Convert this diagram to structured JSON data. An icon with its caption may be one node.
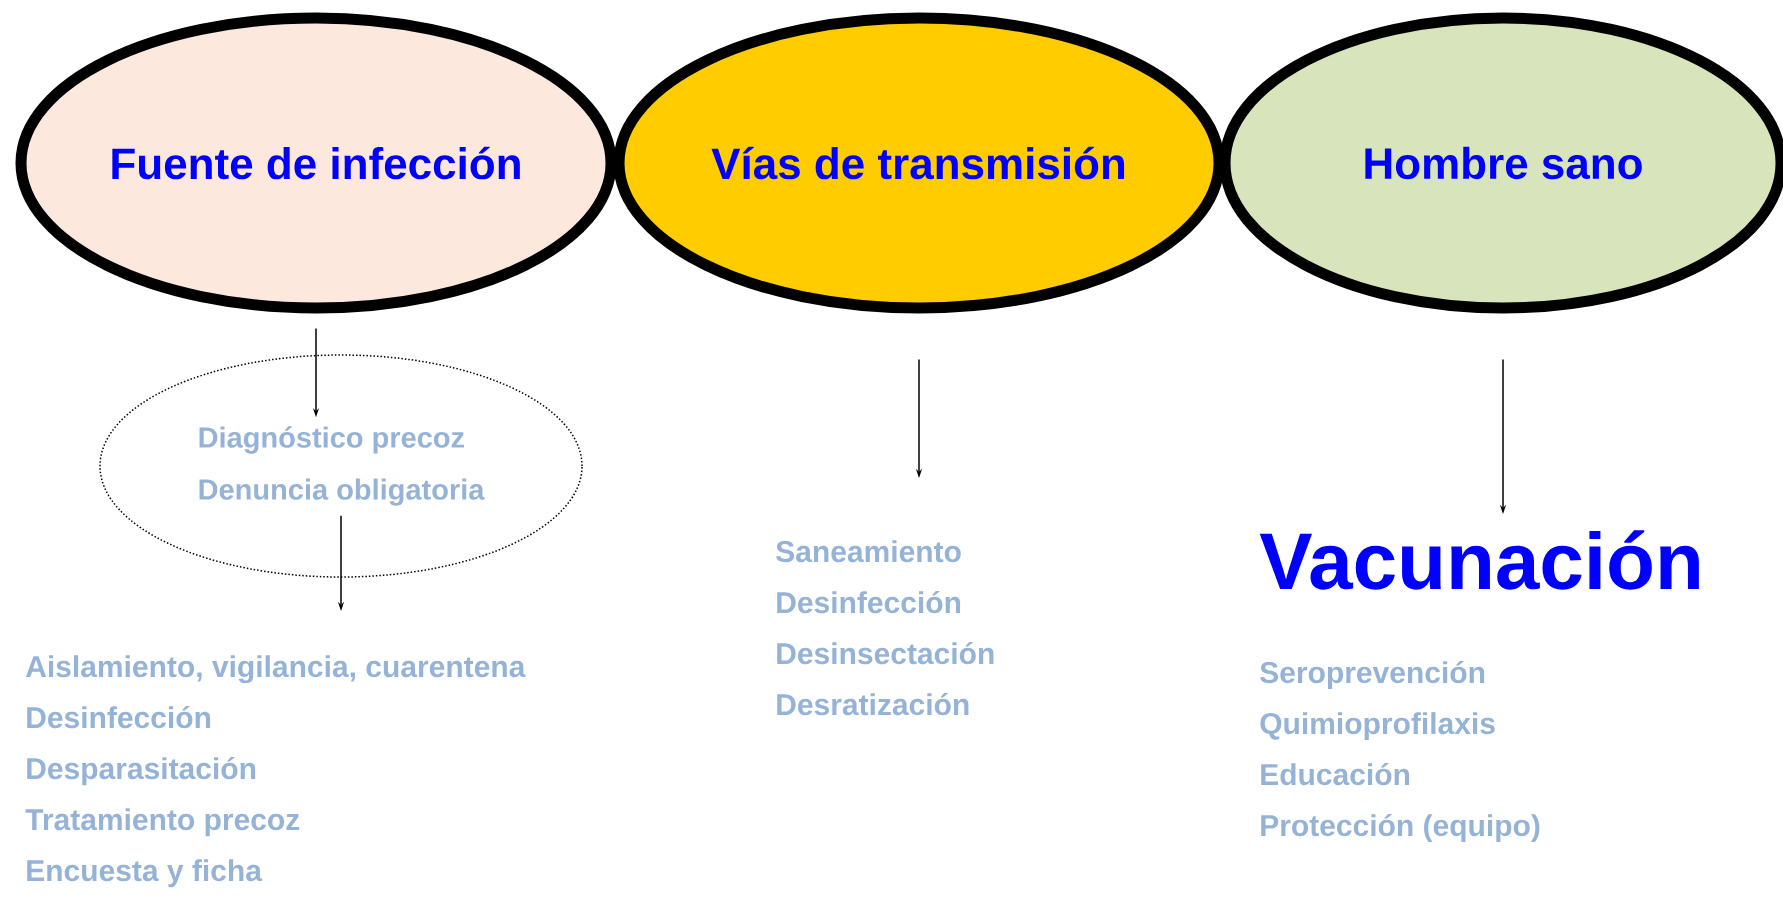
{
  "diagram": {
    "nodes": [
      {
        "text": [
          "Fuente de infección"
        ]
      },
      {
        "text": [
          "Vías de transmisión"
        ]
      },
      {
        "text": [
          "Hombre sano"
        ]
      },
      {
        "text": [
          "Diagnóstico precoz",
          "Denuncia obligatoria"
        ]
      },
      {
        "text": [
          "Aislamiento, vigilancia, cuarentena",
          "Desinfección",
          "Desparasitación",
          "Tratamiento precoz",
          "Encuesta y ficha"
        ]
      },
      {
        "text": [
          "Saneamiento",
          "Desinfección",
          "Desinsectación",
          "Desratización"
        ]
      },
      {
        "text": [
          "Vacunación",
          "Seroprevención",
          "Quimioprofilaxis",
          "Educación",
          "Protección (equipo)"
        ]
      }
    ],
    "edges": [
      {
        "from": 0,
        "to": 3,
        "arrow": "to"
      },
      {
        "from": 3,
        "to": 4,
        "arrow": "to"
      },
      {
        "from": 1,
        "to": 5,
        "arrow": "to"
      },
      {
        "from": 2,
        "to": 6,
        "arrow": "to"
      }
    ]
  }
}
